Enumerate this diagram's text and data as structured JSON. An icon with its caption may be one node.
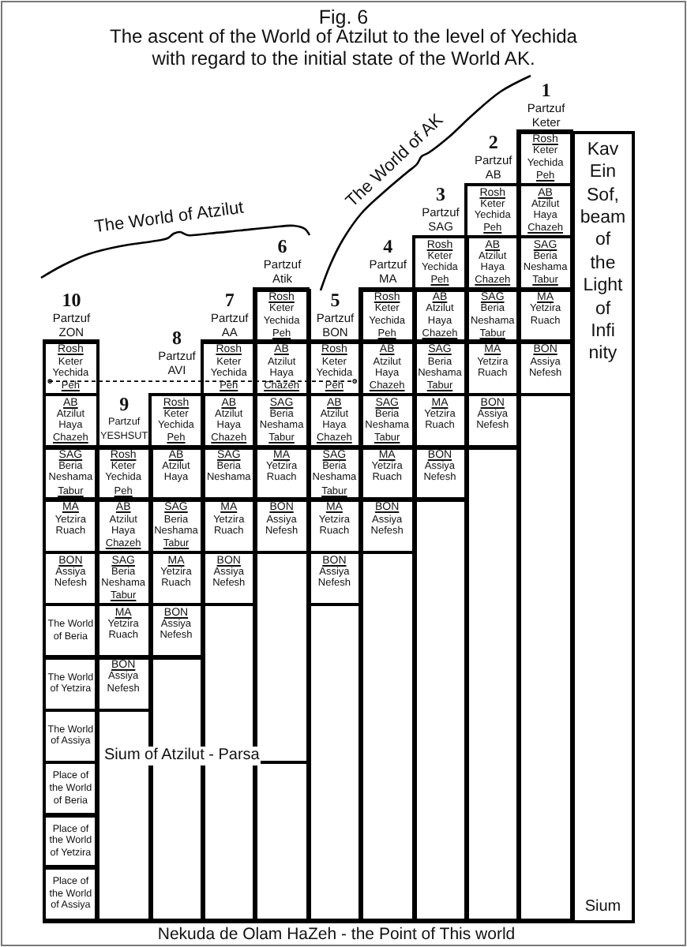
{
  "diagram": {
    "title": "The ascent of the World of Atzilut to the level of Yechida with regard to the initial state of the World AK.",
    "nodes": [
      {
        "text": [
          "1",
          "Partzuf Keter"
        ]
      },
      {
        "text": [
          "Rosh",
          "Keter",
          "Yechida",
          "Peh"
        ],
        "in": 0
      },
      {
        "text": [
          "AB",
          "Atzilut",
          "Haya",
          "Chazeh"
        ],
        "in": 0
      },
      {
        "text": [
          "SAG",
          "Beria",
          "Neshama",
          "Tabur"
        ],
        "in": 0
      },
      {
        "text": [
          "MA",
          "Yetzira",
          "Ruach"
        ],
        "in": 0
      },
      {
        "text": [
          "BON",
          "Assiya",
          "Nefesh"
        ],
        "in": 0
      },
      {
        "text": [],
        "shape": "box",
        "in": 0
      },
      {
        "text": [
          "2",
          "Partzuf AB"
        ]
      },
      {
        "text": [
          "Rosh",
          "Keter",
          "Yechida",
          "Peh"
        ],
        "in": 7
      },
      {
        "text": [
          "AB",
          "Atzilut",
          "Haya",
          "Chazeh"
        ],
        "in": 7
      },
      {
        "text": [
          "SAG",
          "Beria",
          "Neshama",
          "Tabur"
        ],
        "in": 7
      },
      {
        "text": [
          "MA",
          "Yetzira",
          "Ruach"
        ],
        "in": 7
      },
      {
        "text": [
          "BON",
          "Assiya",
          "Nefesh"
        ],
        "in": 7
      },
      {
        "text": [],
        "shape": "box",
        "in": 7
      },
      {
        "text": [
          "3",
          "Partzuf SAG"
        ]
      },
      {
        "text": [
          "Rosh",
          "Keter",
          "Yechida",
          "Peh"
        ],
        "in": 14
      },
      {
        "text": [
          "AB",
          "Atzilut",
          "Haya",
          "Chazeh"
        ],
        "in": 14
      },
      {
        "text": [
          "SAG",
          "Beria",
          "Neshama",
          "Tabur"
        ],
        "in": 14
      },
      {
        "text": [
          "MA",
          "Yetzira",
          "Ruach"
        ],
        "in": 14
      },
      {
        "text": [
          "BON",
          "Assiya",
          "Nefesh"
        ],
        "in": 14
      },
      {
        "text": [],
        "shape": "box",
        "in": 14
      },
      {
        "text": [
          "4",
          "Partzuf MA"
        ]
      },
      {
        "text": [
          "Rosh",
          "Keter",
          "Yechida",
          "Peh"
        ],
        "in": 21
      },
      {
        "text": [
          "AB",
          "Atzilut",
          "Haya",
          "Chazeh"
        ],
        "in": 21
      },
      {
        "text": [
          "SAG",
          "Beria",
          "Neshama",
          "Tabur"
        ],
        "in": 21
      },
      {
        "text": [
          "MA",
          "Yetzira",
          "Ruach"
        ],
        "in": 21
      },
      {
        "text": [
          "BON",
          "Assiya",
          "Nefesh"
        ],
        "in": 21
      },
      {
        "text": [],
        "shape": "box",
        "in": 21
      },
      {
        "text": [
          "5",
          "Partzuf BON"
        ]
      },
      {
        "text": [
          "Rosh",
          "Keter",
          "Yechida",
          "Peh"
        ],
        "in": 28
      },
      {
        "text": [
          "AB",
          "Atzilut",
          "Haya",
          "Chazeh"
        ],
        "in": 28
      },
      {
        "text": [
          "SAG",
          "Beria",
          "Neshama",
          "Tabur"
        ],
        "in": 28
      },
      {
        "text": [
          "MA",
          "Yetzira",
          "Ruach"
        ],
        "in": 28
      },
      {
        "text": [
          "BON",
          "Assiya",
          "Nefesh"
        ],
        "in": 28
      },
      {
        "text": [],
        "shape": "box",
        "in": 28
      },
      {
        "text": [
          "6",
          "Partzuf Atik"
        ]
      },
      {
        "text": [
          "Rosh",
          "Keter",
          "Yechida",
          "Peh"
        ],
        "in": 35
      },
      {
        "text": [
          "AB",
          "Atzilut",
          "Haya",
          "Chazeh"
        ],
        "in": 35
      },
      {
        "text": [
          "SAG",
          "Beria",
          "Neshama",
          "Tabur"
        ],
        "in": 35
      },
      {
        "text": [
          "MA",
          "Yetzira",
          "Ruach"
        ],
        "in": 35
      },
      {
        "text": [
          "BON",
          "Assiya",
          "Nefesh"
        ],
        "in": 35
      },
      {
        "text": [],
        "shape": "box",
        "in": 35
      },
      {
        "text": [],
        "shape": "box",
        "in": 35
      },
      {
        "text": [
          "7",
          "Partzuf AA"
        ]
      },
      {
        "text": [
          "Rosh",
          "Keter",
          "Yechida",
          "Peh"
        ],
        "in": 43
      },
      {
        "text": [
          "AB",
          "Atzilut",
          "Haya",
          "Chazeh"
        ],
        "in": 43
      },
      {
        "text": [
          "SAG",
          "Beria",
          "Neshama"
        ],
        "in": 43
      },
      {
        "text": [
          "MA",
          "Yetzira",
          "Ruach"
        ],
        "in": 43
      },
      {
        "text": [
          "BON",
          "Assiya",
          "Nefesh"
        ],
        "in": 43
      },
      {
        "text": [],
        "shape": "box",
        "in": 43
      },
      {
        "text": [
          "8",
          "Partzuf AVI"
        ]
      },
      {
        "text": [
          "Rosh",
          "Keter",
          "Yechida",
          "Peh"
        ],
        "in": 50
      },
      {
        "text": [
          "AB",
          "Atzilut",
          "Haya"
        ],
        "in": 50
      },
      {
        "text": [
          "SAG",
          "Beria",
          "Neshama",
          "Tabur"
        ],
        "in": 50
      },
      {
        "text": [
          "MA",
          "Yetzira",
          "Ruach"
        ],
        "in": 50
      },
      {
        "text": [
          "BON",
          "Assiya",
          "Nefesh"
        ],
        "in": 50
      },
      {
        "text": [],
        "shape": "box",
        "in": 50
      },
      {
        "text": [
          "9",
          "Partzuf YESHSUT"
        ]
      },
      {
        "text": [
          "Rosh",
          "Keter",
          "Yechida",
          "Peh"
        ],
        "in": 57
      },
      {
        "text": [
          "AB",
          "Atzilut",
          "Haya",
          "Chazeh"
        ],
        "in": 57
      },
      {
        "text": [
          "SAG",
          "Beria",
          "Neshama",
          "Tabur"
        ],
        "in": 57
      },
      {
        "text": [
          "MA",
          "Yetzira",
          "Ruach"
        ],
        "in": 57
      },
      {
        "text": [
          "BON",
          "Assiya",
          "Nefesh"
        ],
        "in": 57
      },
      {
        "text": [],
        "shape": "box",
        "in": 57
      },
      {
        "text": [
          "10",
          "Partzuf ZON"
        ]
      },
      {
        "text": [
          "Rosh",
          "Keter",
          "Yechida",
          "Peh"
        ],
        "in": 64
      },
      {
        "text": [
          "AB",
          "Atzilut",
          "Haya",
          "Chazeh"
        ],
        "in": 64
      },
      {
        "text": [
          "SAG",
          "Beria",
          "Neshama",
          "Tabur"
        ],
        "in": 64
      },
      {
        "text": [
          "MA",
          "Yetzira",
          "Ruach"
        ],
        "in": 64
      },
      {
        "text": [
          "BON",
          "Assiya",
          "Nefesh"
        ],
        "in": 64
      },
      {
        "text": [
          "The World of Beria"
        ],
        "in": 64
      },
      {
        "text": [
          "The World of Yetzira"
        ],
        "in": 64
      },
      {
        "text": [
          "The World of Assiya"
        ],
        "in": 64
      },
      {
        "text": [
          "Place of the World of Beria"
        ],
        "in": 64
      },
      {
        "text": [
          "Place of the World of Yetzira"
        ],
        "in": 64
      },
      {
        "text": [
          "Place of the World of Assiya"
        ],
        "in": 64
      },
      {
        "text": [
          "Kav Ein Sof, beam of the Light of Infi nity",
          "Sium"
        ]
      }
    ],
    "labels": [
      "Fig. 6",
      "The World of AK",
      "The World of Atzilut",
      "Sium of Atzilut - Parsa",
      "Nekuda de Olam HaZeh - the Point of This world"
    ]
  }
}
